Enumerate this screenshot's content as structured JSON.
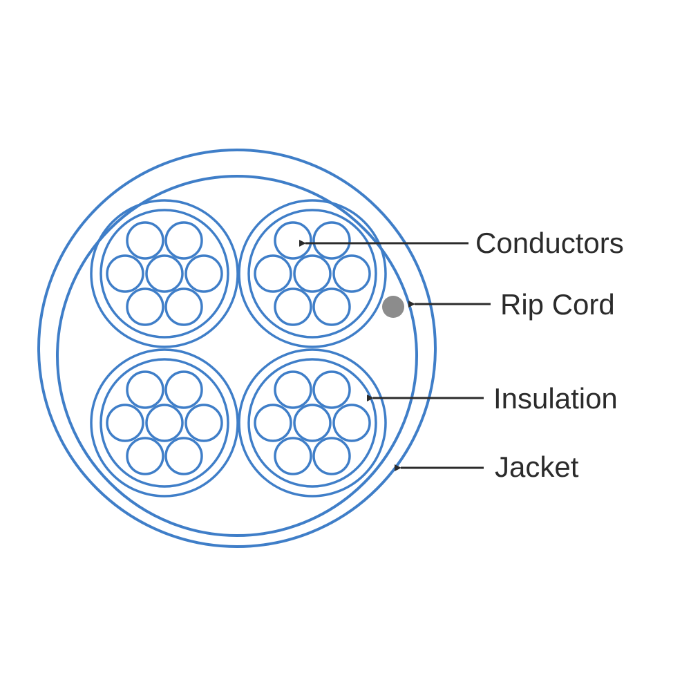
{
  "colors": {
    "stroke": "#3f7ec8",
    "rip_cord": "#8c8c8c",
    "arrow": "#2b2b2b",
    "text": "#2b2b2b",
    "background": "#ffffff"
  },
  "labels": {
    "conductors": "Conductors",
    "rip_cord": "Rip Cord",
    "insulation": "Insulation",
    "jacket": "Jacket"
  }
}
